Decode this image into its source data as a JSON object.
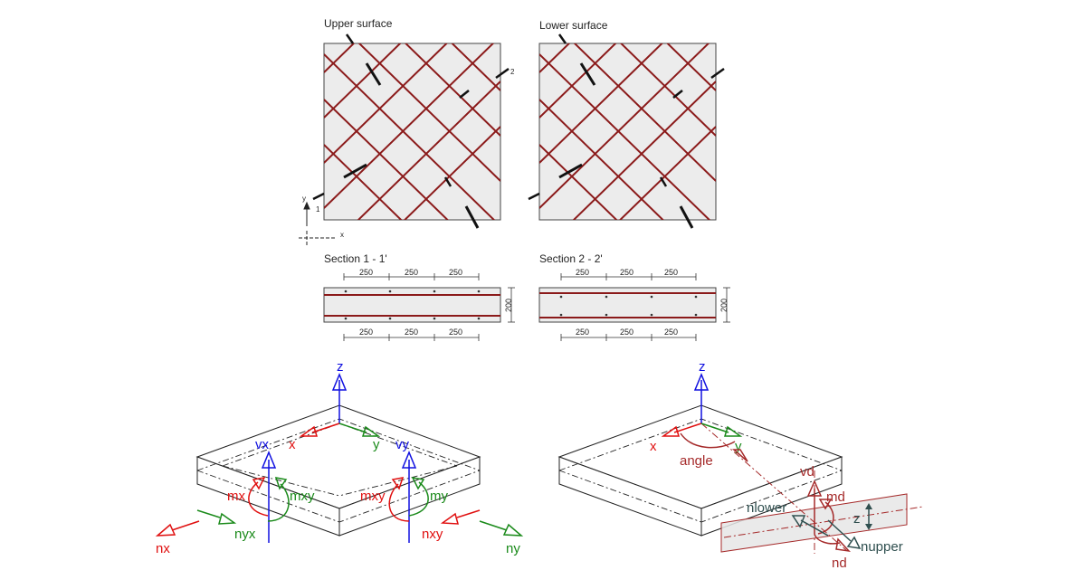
{
  "top": {
    "upper_title": "Upper surface",
    "lower_title": "Lower surface",
    "section_marker": "1",
    "section_marker2": "2",
    "axis_x": "x",
    "axis_y": "y"
  },
  "sections": {
    "s1_title": "Section 1 - 1'",
    "s2_title": "Section 2 - 2'",
    "spacing": "250",
    "thickness": "200"
  },
  "left_axes": {
    "z": "z",
    "x": "x",
    "y": "y",
    "vx": "vx",
    "vy": "vy",
    "mx": "mx",
    "mxy": "mxy",
    "mxy2": "mxy",
    "my": "my",
    "nx": "nx",
    "nyx": "nyx",
    "nxy": "nxy",
    "ny": "ny"
  },
  "right_axes": {
    "z": "z",
    "x": "x",
    "y": "y",
    "angle": "angle",
    "vd": "vd",
    "md": "md",
    "nd": "nd",
    "nlower": "nlower",
    "nupper": "nupper",
    "zlabel": "z"
  },
  "colors": {
    "red": "#e01010",
    "green": "#1a8a1a",
    "blue": "#1010e0",
    "darkred": "#a52a2a",
    "slate": "#2f4f4f",
    "rebar": "#8b1a1a",
    "plate": "#ededed"
  }
}
